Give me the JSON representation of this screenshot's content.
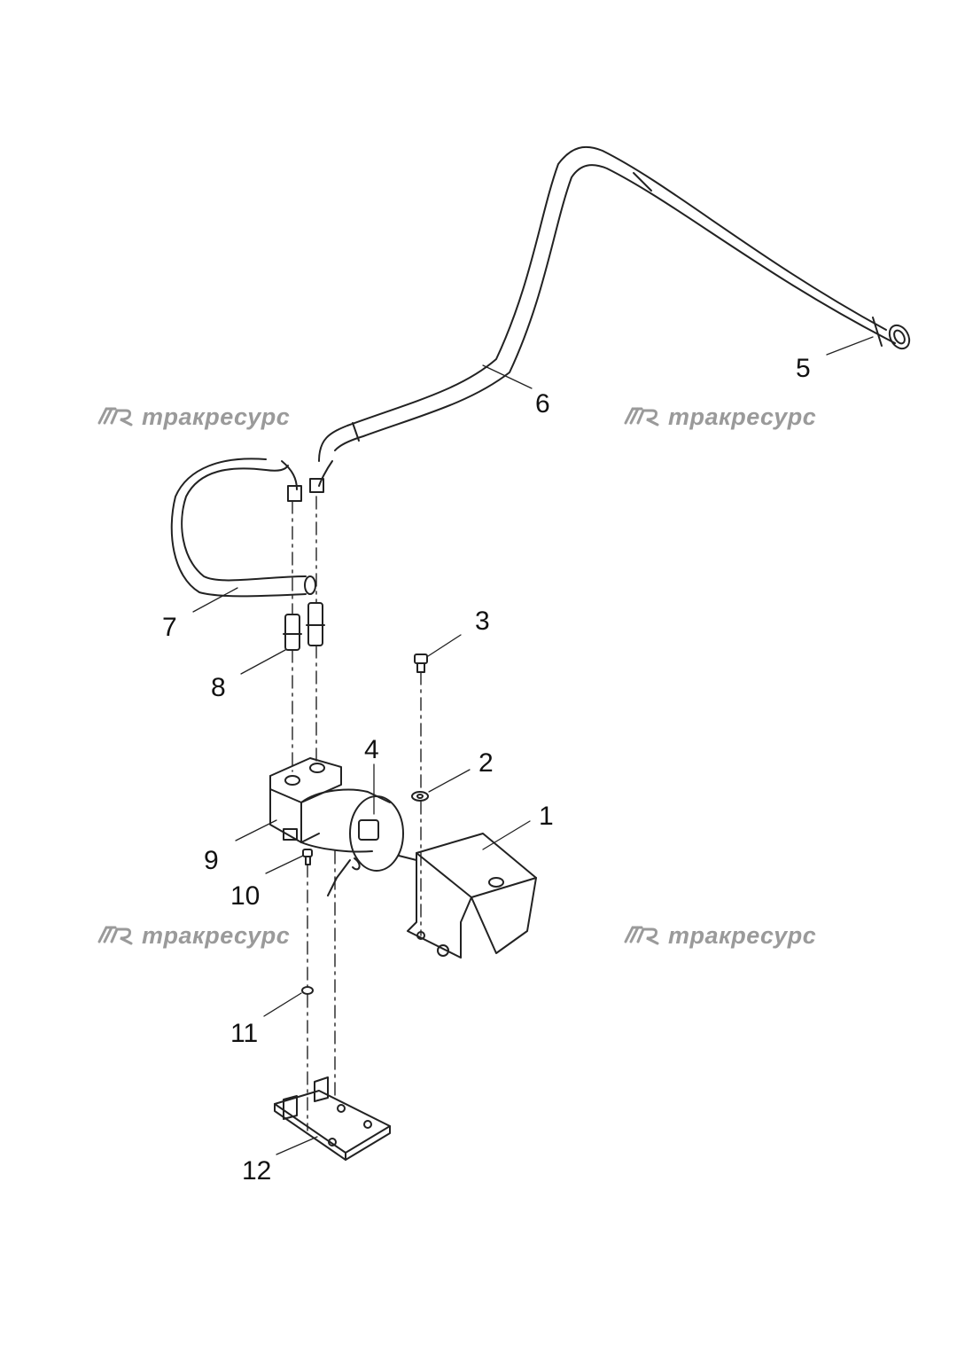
{
  "watermark": {
    "text": "тракресурс",
    "color": "#9a9a9a"
  },
  "callouts": [
    "1",
    "2",
    "3",
    "4",
    "5",
    "6",
    "7",
    "8",
    "9",
    "10",
    "11",
    "12"
  ]
}
